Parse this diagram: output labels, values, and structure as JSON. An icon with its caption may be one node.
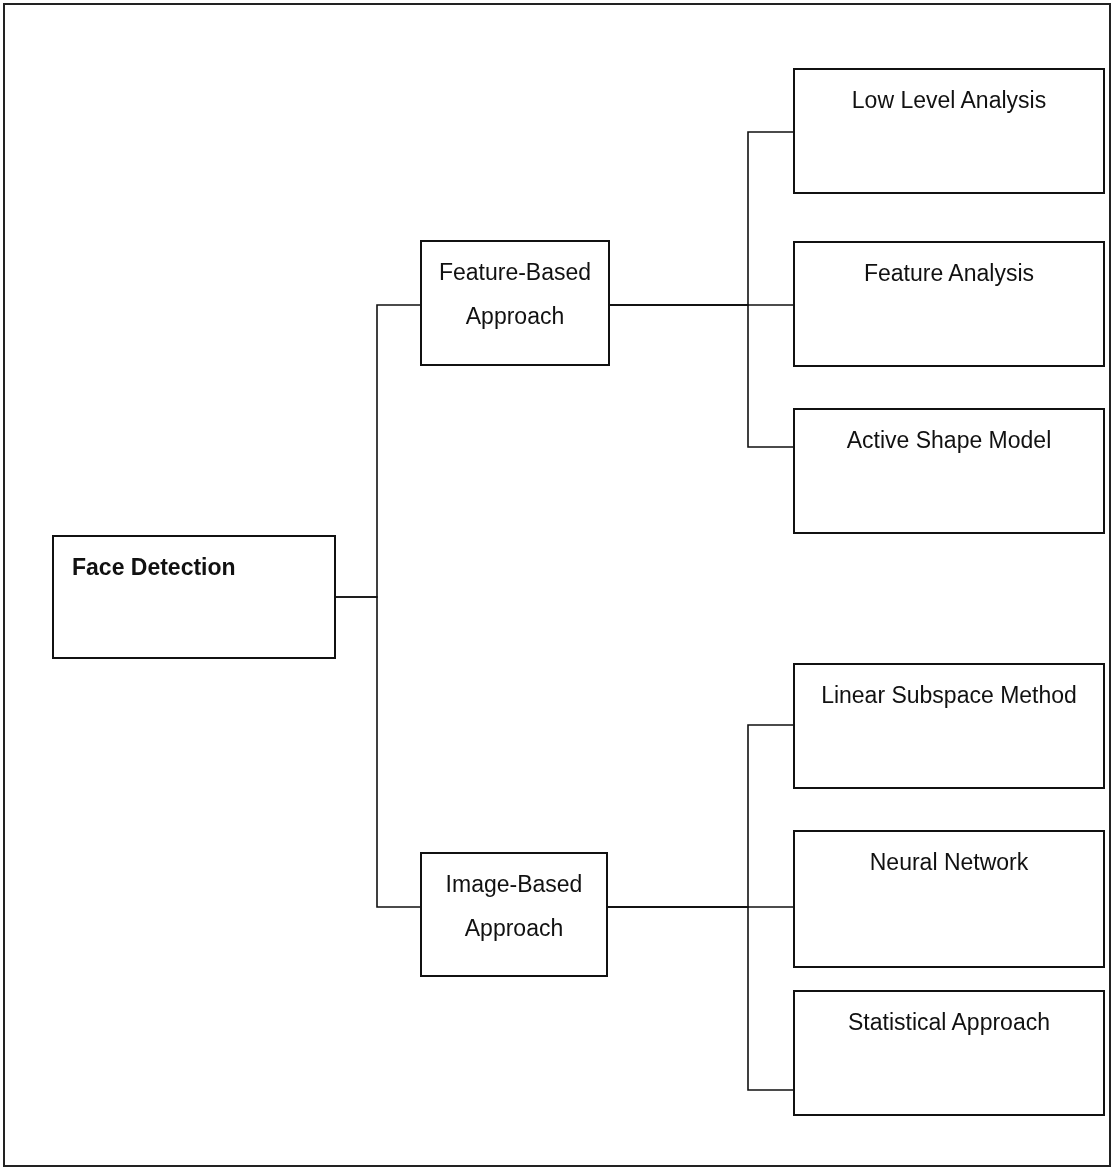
{
  "diagram": {
    "nodes": [
      {
        "text": [
          "Face Detection"
        ]
      },
      {
        "text": [
          "Feature-Based Approach"
        ]
      },
      {
        "text": [
          "Image-Based Approach"
        ]
      },
      {
        "text": [
          "Low Level Analysis"
        ]
      },
      {
        "text": [
          "Feature Analysis"
        ]
      },
      {
        "text": [
          "Active Shape Model"
        ]
      },
      {
        "text": [
          "Linear Subspace Method"
        ]
      },
      {
        "text": [
          "Neural Network"
        ]
      },
      {
        "text": [
          "Statistical Approach"
        ]
      }
    ],
    "edges": [
      {
        "from": 0,
        "to": 1,
        "arrow": "none"
      },
      {
        "from": 0,
        "to": 2,
        "arrow": "none"
      },
      {
        "from": 1,
        "to": 3,
        "arrow": "none"
      },
      {
        "from": 1,
        "to": 4,
        "arrow": "none"
      },
      {
        "from": 1,
        "to": 5,
        "arrow": "none"
      },
      {
        "from": 2,
        "to": 6,
        "arrow": "none"
      },
      {
        "from": 2,
        "to": 7,
        "arrow": "none"
      },
      {
        "from": 2,
        "to": 8,
        "arrow": "none"
      }
    ]
  }
}
